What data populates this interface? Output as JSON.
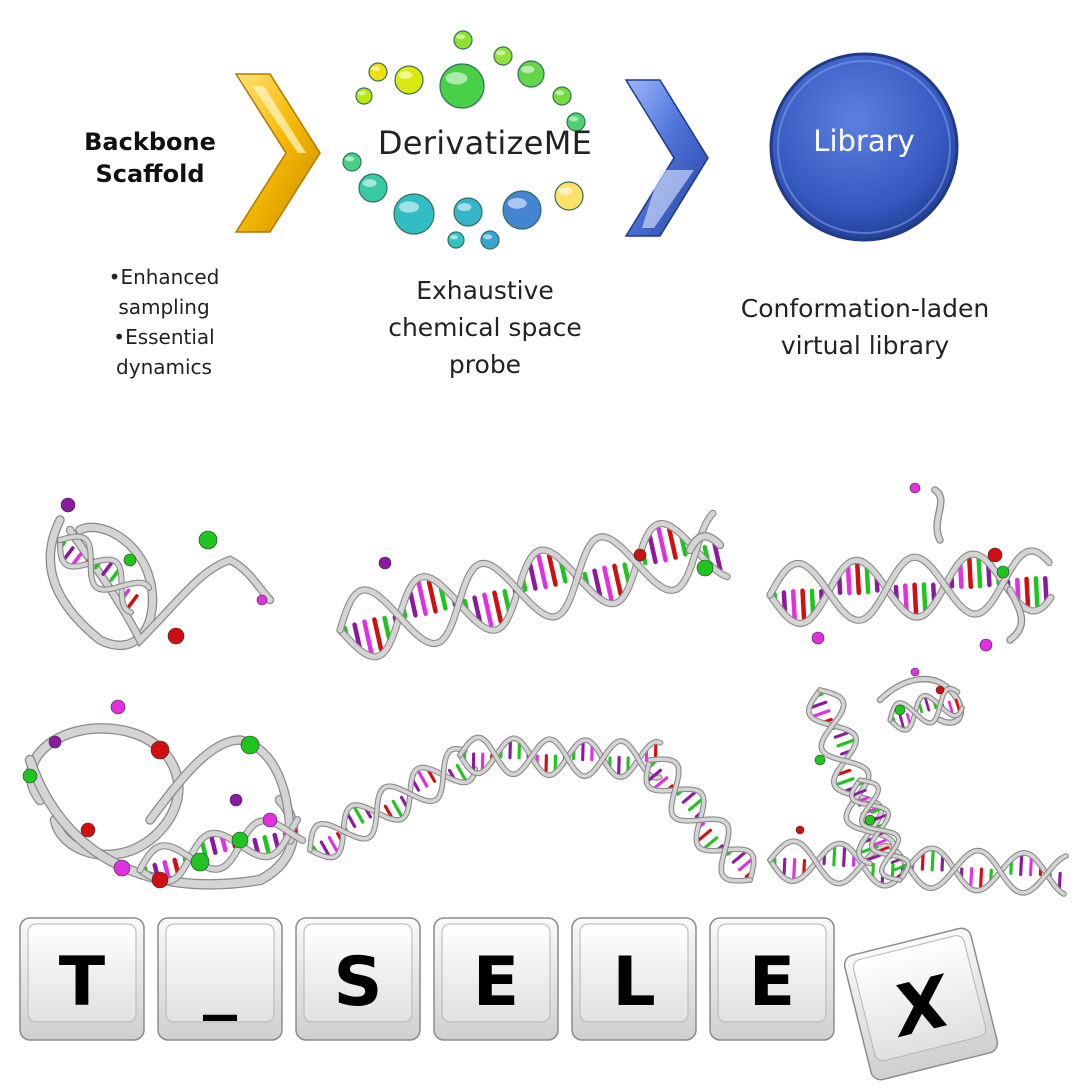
{
  "pipeline": {
    "backbone": {
      "line1": "Backbone",
      "line2": "Scaffold"
    },
    "backbone_bullets": [
      {
        "marker": "•",
        "line1": "Enhanced",
        "line2": "sampling"
      },
      {
        "marker": "•",
        "line1": "Essential",
        "line2": "dynamics"
      }
    ],
    "derivatize": {
      "title": "DerivatizeME",
      "desc_line1": "Exhaustive",
      "desc_line2": "chemical space",
      "desc_line3": "probe"
    },
    "library": {
      "label": "Library",
      "desc_line1": "Conformation-laden",
      "desc_line2": "virtual library"
    }
  },
  "keys": [
    "T",
    "_",
    "S",
    "E",
    "L",
    "E",
    "X"
  ],
  "colors": {
    "chevron_yellow": "#f5b800",
    "chevron_blue": "#3d62c4",
    "library_circle": "#3558c0",
    "rna_backbone": "#d4d4d4",
    "base_green": "#1fc41f",
    "base_purple": "#8a1a9e",
    "base_magenta": "#e030e0",
    "base_red": "#d01010",
    "key_face": "#e9e9e9"
  },
  "bubbles": [
    {
      "c": "#f0e000"
    },
    {
      "c": "#d8e800"
    },
    {
      "c": "#b8e600"
    },
    {
      "c": "#3fcf3f"
    },
    {
      "c": "#88e020"
    },
    {
      "c": "#8fdf30"
    },
    {
      "c": "#5cd440"
    },
    {
      "c": "#6fdb30"
    },
    {
      "c": "#44cf6a"
    },
    {
      "c": "#3fcf80"
    },
    {
      "c": "#2fc7a0"
    },
    {
      "c": "#28b9c0"
    },
    {
      "c": "#2cb0c8"
    },
    {
      "c": "#28c0c0"
    },
    {
      "c": "#2e9fd0"
    },
    {
      "c": "#3b7fd0"
    },
    {
      "c": "#ffe060"
    }
  ],
  "molecules": [
    {
      "name": "hairpin-small"
    },
    {
      "name": "helix-middle"
    },
    {
      "name": "helix-right"
    },
    {
      "name": "loop-large"
    },
    {
      "name": "helix-long"
    },
    {
      "name": "junction-complex"
    }
  ]
}
